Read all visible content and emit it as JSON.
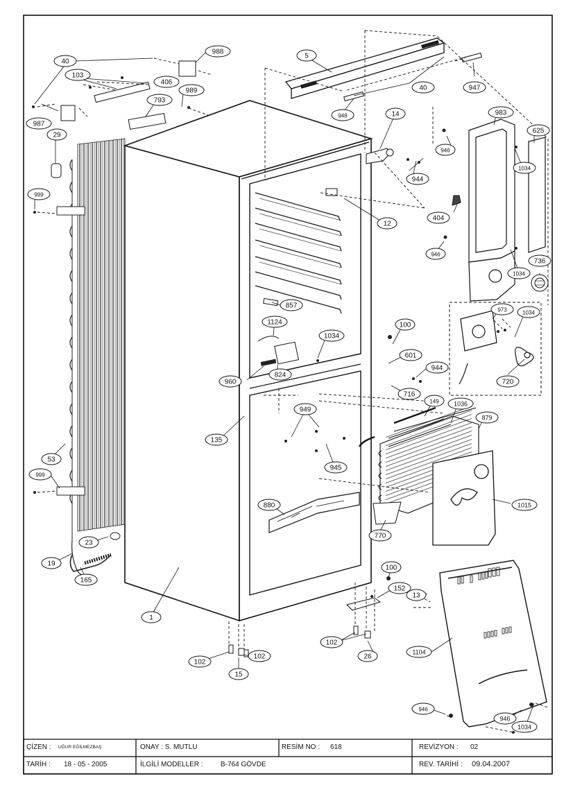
{
  "callouts": [
    {
      "id": "c40a",
      "label": "40"
    },
    {
      "id": "c103",
      "label": "103"
    },
    {
      "id": "c988",
      "label": "988"
    },
    {
      "id": "c406",
      "label": "406"
    },
    {
      "id": "c989a",
      "label": "989"
    },
    {
      "id": "c793",
      "label": "793"
    },
    {
      "id": "c987",
      "label": "987"
    },
    {
      "id": "c29",
      "label": "29"
    },
    {
      "id": "c999a",
      "label": "999"
    },
    {
      "id": "c5",
      "label": "5"
    },
    {
      "id": "c40b",
      "label": "40"
    },
    {
      "id": "c947",
      "label": "947"
    },
    {
      "id": "c948",
      "label": "948"
    },
    {
      "id": "c14",
      "label": "14"
    },
    {
      "id": "c983",
      "label": "983"
    },
    {
      "id": "c625",
      "label": "625"
    },
    {
      "id": "c946a",
      "label": "946"
    },
    {
      "id": "c1034a",
      "label": "1034"
    },
    {
      "id": "c944a",
      "label": "944"
    },
    {
      "id": "c12",
      "label": "12"
    },
    {
      "id": "c404",
      "label": "404"
    },
    {
      "id": "c946b",
      "label": "946"
    },
    {
      "id": "c1034b",
      "label": "1034"
    },
    {
      "id": "c736",
      "label": "736"
    },
    {
      "id": "c857",
      "label": "857"
    },
    {
      "id": "c1124",
      "label": "1124"
    },
    {
      "id": "c100a",
      "label": "100"
    },
    {
      "id": "c1034c",
      "label": "1034"
    },
    {
      "id": "c973",
      "label": "973"
    },
    {
      "id": "c1034d",
      "label": "1034"
    },
    {
      "id": "c601",
      "label": "601"
    },
    {
      "id": "c944b",
      "label": "944"
    },
    {
      "id": "c960",
      "label": "960"
    },
    {
      "id": "c824",
      "label": "824"
    },
    {
      "id": "c716",
      "label": "716"
    },
    {
      "id": "c720",
      "label": "720"
    },
    {
      "id": "c149",
      "label": "149"
    },
    {
      "id": "c1036",
      "label": "1036"
    },
    {
      "id": "c879",
      "label": "879"
    },
    {
      "id": "c949",
      "label": "949"
    },
    {
      "id": "c135",
      "label": "135"
    },
    {
      "id": "c945",
      "label": "945"
    },
    {
      "id": "c53",
      "label": "53"
    },
    {
      "id": "c999b",
      "label": "999"
    },
    {
      "id": "c880",
      "label": "880"
    },
    {
      "id": "c1015",
      "label": "1015"
    },
    {
      "id": "c770",
      "label": "770"
    },
    {
      "id": "c23",
      "label": "23"
    },
    {
      "id": "c19",
      "label": "19"
    },
    {
      "id": "c165",
      "label": "165"
    },
    {
      "id": "c100b",
      "label": "100"
    },
    {
      "id": "c152",
      "label": "152"
    },
    {
      "id": "c13",
      "label": "13"
    },
    {
      "id": "c1",
      "label": "1"
    },
    {
      "id": "c102a",
      "label": "102"
    },
    {
      "id": "c1104",
      "label": "1104"
    },
    {
      "id": "c102b",
      "label": "102"
    },
    {
      "id": "c102c",
      "label": "102"
    },
    {
      "id": "c26",
      "label": "26"
    },
    {
      "id": "c15",
      "label": "15"
    },
    {
      "id": "c946c",
      "label": "946"
    },
    {
      "id": "c946d",
      "label": "946"
    },
    {
      "id": "c1034e",
      "label": "1034"
    }
  ],
  "title_block": {
    "drawn_by_label": "ÇİZEN :",
    "drawn_by": "UĞUR EĞİLMEZBAŞ",
    "approved": "ONAY : S. MUTLU",
    "drawing_no_label": "RESİM NO :",
    "drawing_no": "618",
    "revision_label": "REVİZYON :",
    "revision": "02",
    "date_label": "TARİH :",
    "date": "18 - 05 - 2005",
    "models_label": "İLGİLİ MODELLER :",
    "models": "B-764 GÖVDE",
    "rev_date_label": "REV. TARİHİ :",
    "rev_date": "09.04.2007"
  }
}
